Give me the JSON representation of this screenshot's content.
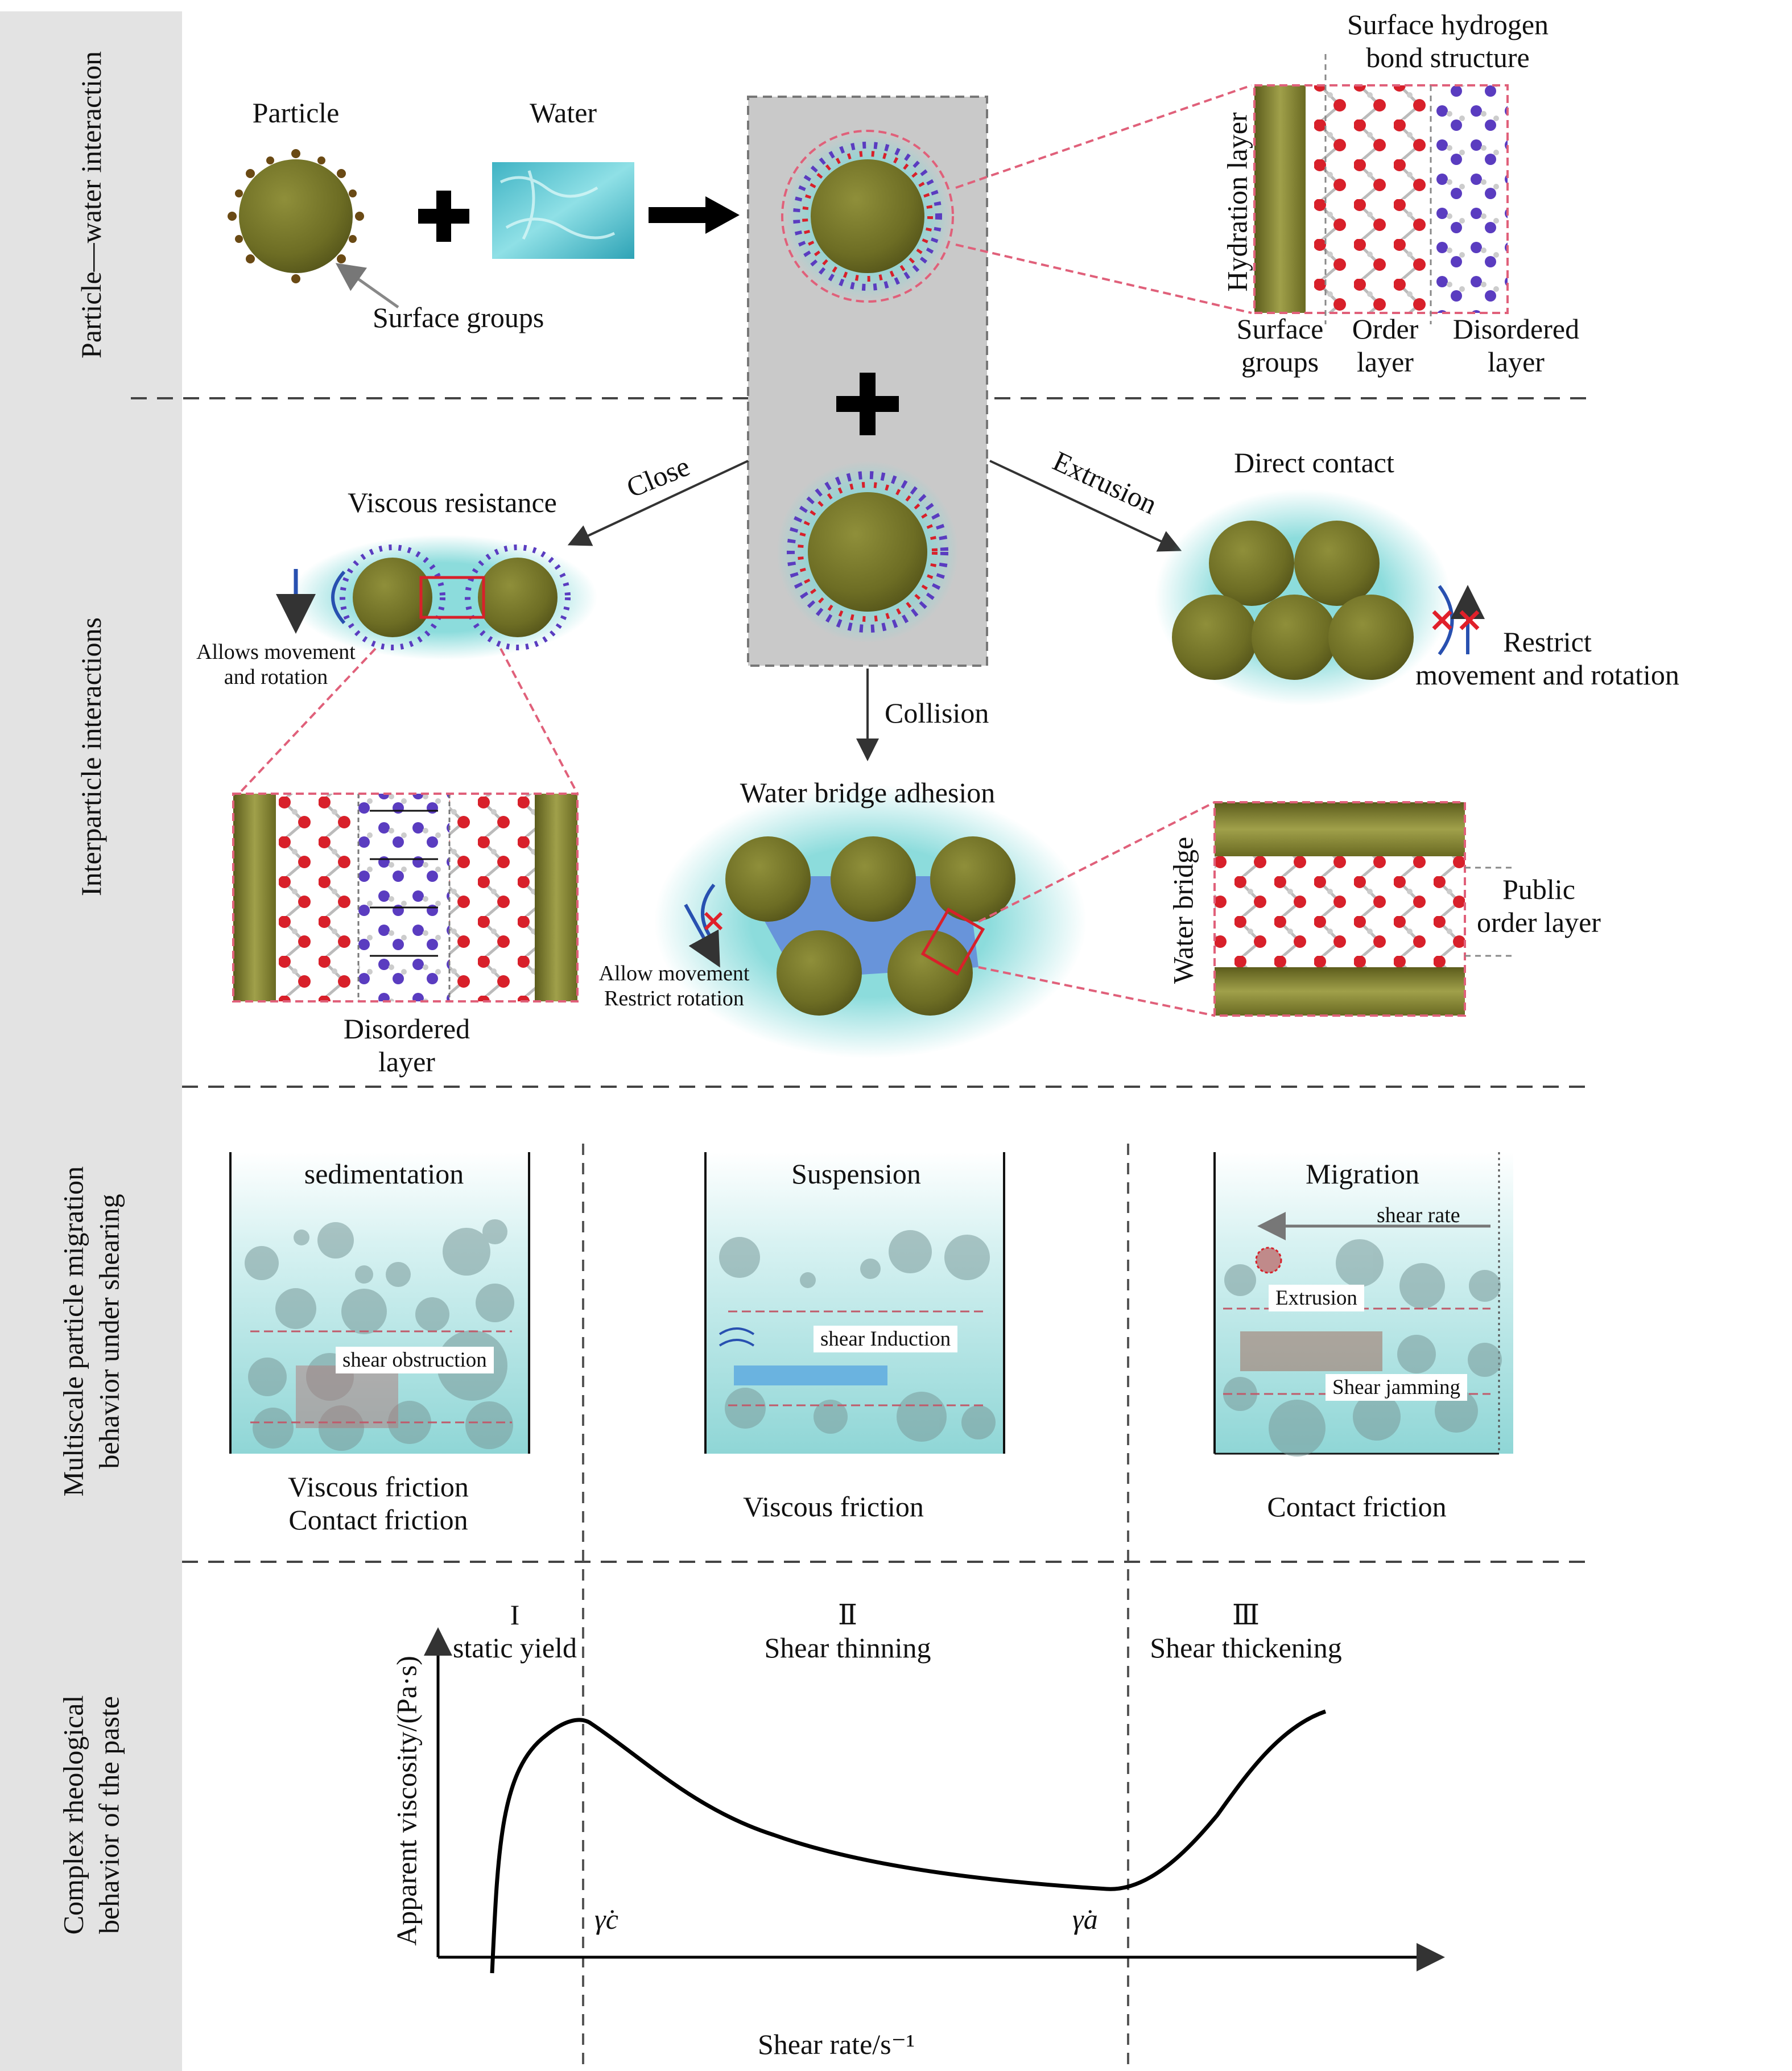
{
  "sections": {
    "s1": "Particle—water interaction",
    "s2": "Interparticle interactions",
    "s3": [
      "Multiscale particle migration",
      "behavior under shearing"
    ],
    "s4": [
      "Complex rheological",
      "behavior of the paste"
    ]
  },
  "p1": {
    "particle": "Particle",
    "water": "Water",
    "surface_groups": "Surface groups",
    "hb_title": [
      "Surface hydrogen",
      "bond structure"
    ],
    "hydration_layer": "Hydration layer",
    "col_surface": [
      "Surface",
      "groups"
    ],
    "col_order": [
      "Order",
      "layer"
    ],
    "col_disordered": [
      "Disordered",
      "layer"
    ]
  },
  "p2": {
    "close": "Close",
    "extrusion": "Extrusion",
    "collision": "Collision",
    "viscous_resistance": "Viscous resistance",
    "allows_movement": [
      "Allows movement",
      "and rotation"
    ],
    "direct_contact": "Direct contact",
    "restrict": [
      "Restrict",
      "movement and rotation"
    ],
    "water_bridge_adhesion": "Water bridge adhesion",
    "allow_restrict": [
      "Allow movement",
      "Restrict rotation"
    ],
    "disordered_layer": [
      "Disordered",
      "layer"
    ],
    "water_bridge": "Water bridge",
    "public_order": [
      "Public",
      "order layer"
    ]
  },
  "p3": {
    "sedimentation": "sedimentation",
    "suspension": "Suspension",
    "migration": "Migration",
    "shear_obstruction": "shear obstruction",
    "shear_induction": "shear Induction",
    "shear_rate": "shear rate",
    "extrusion": "Extrusion",
    "shear_jamming": "Shear jamming",
    "friction_1": [
      "Viscous friction",
      "Contact friction"
    ],
    "friction_2": "Viscous friction",
    "friction_3": "Contact friction"
  },
  "p4": {
    "region_1": [
      "I",
      "static yield"
    ],
    "region_2": [
      "Ⅱ",
      "Shear thinning"
    ],
    "region_3": [
      "Ⅲ",
      "Shear thickening"
    ],
    "ylabel": "Apparent viscosity/(Pa·s)",
    "xlabel": "Shear rate/s⁻¹",
    "gamma_c": "γ̇c",
    "gamma_a": "γ̇a"
  },
  "colors": {
    "particle": "#7a7a2a",
    "water_glow": "#7fd8d8",
    "pink_dash": "#e0607a",
    "panel_gray": "#c9c9c9",
    "oxygen": "#d8202a",
    "purple": "#5a3cc0",
    "arrow_blue": "#2850b0"
  }
}
